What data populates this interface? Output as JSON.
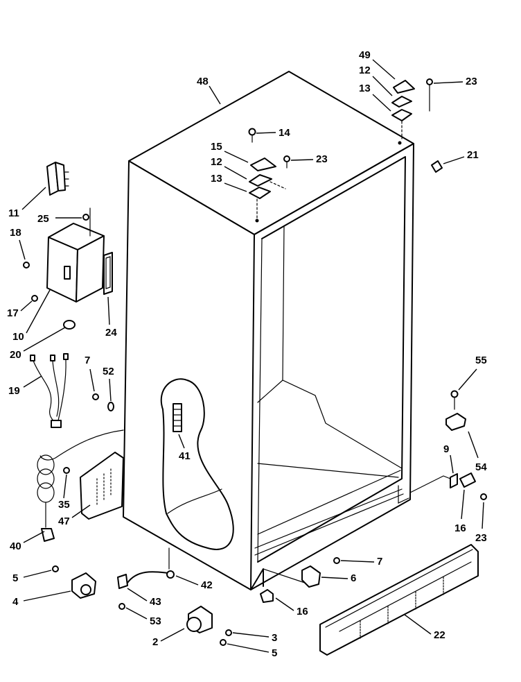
{
  "callouts": [
    {
      "id": "c48",
      "label": "48"
    },
    {
      "id": "c49",
      "label": "49"
    },
    {
      "id": "c12a",
      "label": "12"
    },
    {
      "id": "c13a",
      "label": "13"
    },
    {
      "id": "c23a",
      "label": "23"
    },
    {
      "id": "c14",
      "label": "14"
    },
    {
      "id": "c15",
      "label": "15"
    },
    {
      "id": "c12b",
      "label": "12"
    },
    {
      "id": "c13b",
      "label": "13"
    },
    {
      "id": "c23b",
      "label": "23"
    },
    {
      "id": "c21",
      "label": "21"
    },
    {
      "id": "c11",
      "label": "11"
    },
    {
      "id": "c25",
      "label": "25"
    },
    {
      "id": "c18",
      "label": "18"
    },
    {
      "id": "c17",
      "label": "17"
    },
    {
      "id": "c10",
      "label": "10"
    },
    {
      "id": "c24",
      "label": "24"
    },
    {
      "id": "c20",
      "label": "20"
    },
    {
      "id": "c19",
      "label": "19"
    },
    {
      "id": "c7a",
      "label": "7"
    },
    {
      "id": "c52",
      "label": "52"
    },
    {
      "id": "c41",
      "label": "41"
    },
    {
      "id": "c35",
      "label": "35"
    },
    {
      "id": "c47",
      "label": "47"
    },
    {
      "id": "c40",
      "label": "40"
    },
    {
      "id": "c5a",
      "label": "5"
    },
    {
      "id": "c4",
      "label": "4"
    },
    {
      "id": "c43",
      "label": "43"
    },
    {
      "id": "c42",
      "label": "42"
    },
    {
      "id": "c53",
      "label": "53"
    },
    {
      "id": "c2",
      "label": "2"
    },
    {
      "id": "c3",
      "label": "3"
    },
    {
      "id": "c5b",
      "label": "5"
    },
    {
      "id": "c7b",
      "label": "7"
    },
    {
      "id": "c6",
      "label": "6"
    },
    {
      "id": "c16a",
      "label": "16"
    },
    {
      "id": "c22",
      "label": "22"
    },
    {
      "id": "c55",
      "label": "55"
    },
    {
      "id": "c54",
      "label": "54"
    },
    {
      "id": "c9",
      "label": "9"
    },
    {
      "id": "c16b",
      "label": "16"
    },
    {
      "id": "c23c",
      "label": "23"
    }
  ]
}
